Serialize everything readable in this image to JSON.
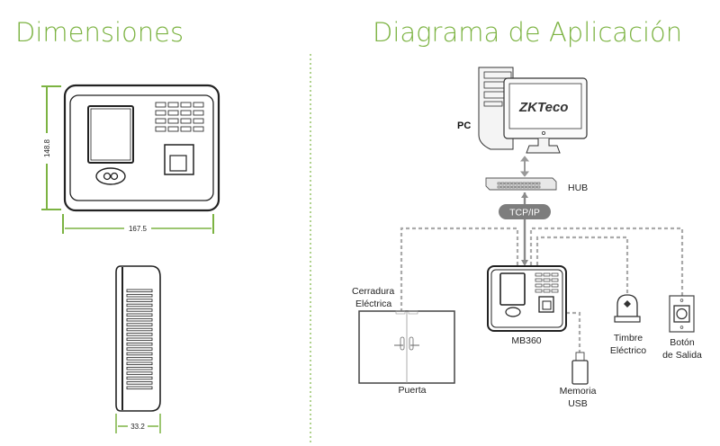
{
  "colors": {
    "accent": "#7cb342",
    "connector": "#8a8a8a",
    "pill": "#7d7d7d"
  },
  "dimensions": {
    "title": "Dimensiones",
    "height_label": "148.8",
    "width_label": "167.5",
    "depth_label": "33.2"
  },
  "diagram": {
    "title": "Diagrama de Aplicación",
    "pc_label": "PC",
    "monitor_logo": "ZKTeco",
    "hub_label": "HUB",
    "protocol_label": "TCP/IP",
    "device_label": "MB360",
    "lock_label_1": "Cerradura",
    "lock_label_2": "Eléctrica",
    "door_label": "Puerta",
    "usb_label_1": "Memoria",
    "usb_label_2": "USB",
    "bell_label_1": "Timbre",
    "bell_label_2": "Eléctrico",
    "exit_label_1": "Botón",
    "exit_label_2": "de Salida"
  }
}
